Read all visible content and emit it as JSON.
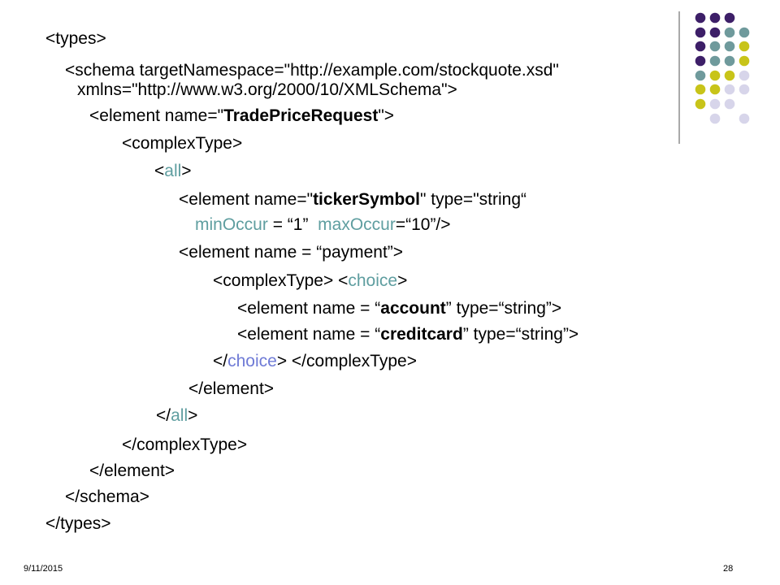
{
  "palette": {
    "purple": "#3d1f68",
    "teal": "#6f9a9c",
    "olive": "#c8c419",
    "lavender": "#d7d5ea",
    "keyword_teal": "#5f9ea0",
    "keyword_blue": "#6f7bd6"
  },
  "decoration": {
    "dot_grid_rows": [
      [
        "purple",
        "purple",
        "purple",
        null
      ],
      [
        "purple",
        "purple",
        "teal",
        "teal"
      ],
      [
        "purple",
        "teal",
        "teal",
        "olive"
      ],
      [
        "purple",
        "teal",
        "teal",
        "olive"
      ],
      [
        "teal",
        "olive",
        "olive",
        "lavender"
      ],
      [
        "olive",
        "olive",
        "lavender",
        "lavender"
      ],
      [
        "olive",
        "lavender",
        "lavender",
        null
      ],
      [
        null,
        "lavender",
        null,
        "lavender"
      ]
    ]
  },
  "code_lines": [
    [
      {
        "t": "<types>"
      }
    ],
    [
      {
        "t": "<schema targetNamespace=\"http://example.com/stockquote.xsd\""
      }
    ],
    [
      {
        "t": "xmlns=\"http://www.w3.org/2000/10/XMLSchema\">"
      }
    ],
    [
      {
        "t": "<element name=\""
      },
      {
        "t": "TradePriceRequest",
        "s": "b"
      },
      {
        "t": "\">"
      }
    ],
    [
      {
        "t": "<complexType>"
      }
    ],
    [
      {
        "t": "<"
      },
      {
        "t": "all",
        "s": "teal"
      },
      {
        "t": ">"
      }
    ],
    [
      {
        "t": "<element name=\""
      },
      {
        "t": "tickerSymbol",
        "s": "b"
      },
      {
        "t": "\" type=\"string“"
      }
    ],
    [
      {
        "t": "minOccur",
        "s": "teal"
      },
      {
        "t": " = “1”  "
      },
      {
        "t": "maxOccur",
        "s": "teal"
      },
      {
        "t": "=“10”/>"
      }
    ],
    [
      {
        "t": "<element name = “payment”>"
      }
    ],
    [
      {
        "t": "<complexType> <"
      },
      {
        "t": "choice",
        "s": "teal"
      },
      {
        "t": ">"
      }
    ],
    [
      {
        "t": "<element name = “"
      },
      {
        "t": "account",
        "s": "b"
      },
      {
        "t": "” type=“string”>"
      }
    ],
    [
      {
        "t": "<element name = “"
      },
      {
        "t": "creditcard",
        "s": "b"
      },
      {
        "t": "” type=“string”>"
      }
    ],
    [
      {
        "t": "</"
      },
      {
        "t": "choice",
        "s": "blue"
      },
      {
        "t": "> </complexType>"
      }
    ],
    [
      {
        "t": "</element>"
      }
    ],
    [
      {
        "t": "</"
      },
      {
        "t": "all",
        "s": "teal"
      },
      {
        "t": ">"
      }
    ],
    [
      {
        "t": "</complexType>"
      }
    ],
    [
      {
        "t": "</element>"
      }
    ],
    [
      {
        "t": "</schema>"
      }
    ],
    [
      {
        "t": "</types>"
      }
    ]
  ],
  "footer": {
    "date": "9/11/2015",
    "page_number": "28"
  }
}
